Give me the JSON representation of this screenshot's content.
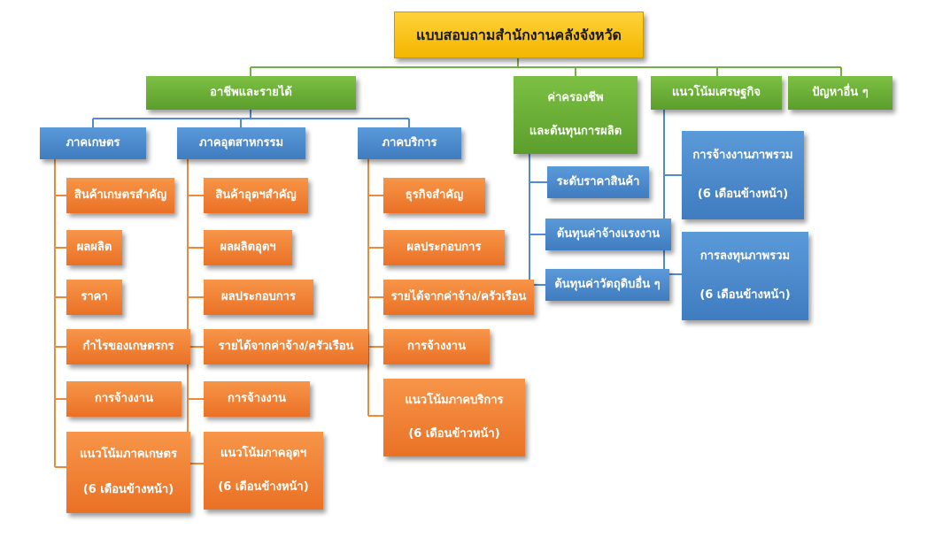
{
  "title": "แบบสอบถามสำนักงานคลังจังหวัด",
  "categories": {
    "income": "อาชีพและรายได้",
    "cost_line1": "ค่าครองชีพ",
    "cost_line2": "และต้นทุนการผลิต",
    "economy": "แนวโน้มเศรษฐกิจ",
    "other": "ปัญหาอื่น ๆ"
  },
  "sectors": {
    "agriculture": "ภาคเกษตร",
    "industry": "ภาคอุตสาหกรรม",
    "service": "ภาคบริการ"
  },
  "agriculture_items": [
    "สินค้าเกษตรสำคัญ",
    "ผลผลิต",
    "ราคา",
    "กำไรของเกษตรกร",
    "การจ้างงาน"
  ],
  "agriculture_trend": {
    "line1": "แนวโน้มภาคเกษตร",
    "line2": "(6 เดือนข้างหน้า)"
  },
  "industry_items": [
    "สินค้าอุตฯสำคัญ",
    "ผลผลิตอุตฯ",
    "ผลประกอบการ",
    "รายได้จากค่าจ้าง/ครัวเรือน",
    "การจ้างงาน"
  ],
  "industry_trend": {
    "line1": "แนวโน้มภาคอุตฯ",
    "line2": "(6 เดือนข้างหน้า)"
  },
  "service_items": [
    "ธุรกิจสำคัญ",
    "ผลประกอบการ",
    "รายได้จากค่าจ้าง/ครัวเรือน",
    "การจ้างงาน"
  ],
  "service_trend": {
    "line1": "แนวโน้มภาคบริการ",
    "line2": "(6 เดือนข้าวหน้า)"
  },
  "cost_items": [
    "ระดับราคาสินค้า",
    "ต้นทุนค่าจ้างแรงงาน",
    "ต้นทุนค่าวัตถุดิบอื่น ๆ"
  ],
  "economy_items": [
    {
      "line1": "การจ้างงานภาพรวม",
      "line2": "(6 เดือนข้างหน้า)"
    },
    {
      "line1": "การลงทุนภาพรวม",
      "line2": "(6 เดือนข้างหน้า)"
    }
  ],
  "colors": {
    "title_fill": "#f5bd00",
    "category_fill": "#6aad35",
    "sector_fill": "#4a8bd0",
    "item_fill": "#ef7b2e",
    "connector_green": "#74b048",
    "connector_blue": "#4f8cd2",
    "connector_orange": "#f08a3b"
  }
}
